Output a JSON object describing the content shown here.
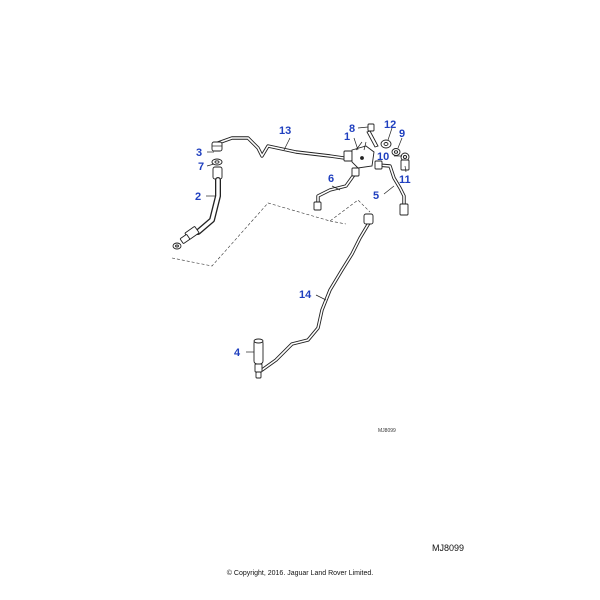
{
  "diagram": {
    "callouts": [
      {
        "id": "c1",
        "label": "1"
      },
      {
        "id": "c2",
        "label": "2"
      },
      {
        "id": "c3",
        "label": "3"
      },
      {
        "id": "c4",
        "label": "4"
      },
      {
        "id": "c5",
        "label": "5"
      },
      {
        "id": "c6",
        "label": "6"
      },
      {
        "id": "c7",
        "label": "7"
      },
      {
        "id": "c8",
        "label": "8"
      },
      {
        "id": "c9",
        "label": "9"
      },
      {
        "id": "c10",
        "label": "10"
      },
      {
        "id": "c11",
        "label": "11"
      },
      {
        "id": "c12",
        "label": "12"
      },
      {
        "id": "c13",
        "label": "13"
      },
      {
        "id": "c14",
        "label": "14"
      }
    ],
    "drawing_code_small": "MJ8099"
  },
  "footer": {
    "drawing_code": "MJ8099",
    "copyright": "© Copyright, 2016. Jaguar Land Rover Limited."
  }
}
